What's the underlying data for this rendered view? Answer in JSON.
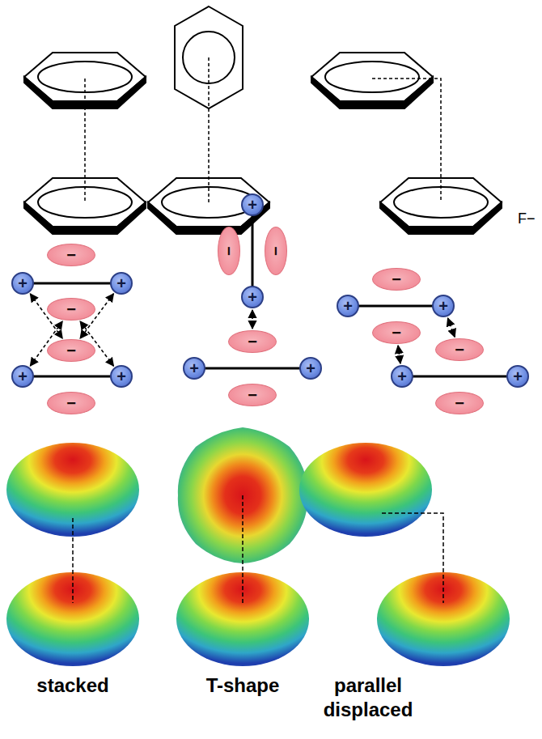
{
  "diagram": {
    "nodes": [
      {
        "text": [
          "−"
        ]
      },
      {
        "text": [
          "+"
        ]
      },
      {
        "text": [
          "+"
        ]
      },
      {
        "text": [
          "−"
        ]
      },
      {
        "text": [
          "−"
        ]
      },
      {
        "text": [
          "+"
        ]
      },
      {
        "text": [
          "+"
        ]
      },
      {
        "text": [
          "−"
        ]
      },
      {
        "text": [
          "+"
        ]
      },
      {
        "text": [
          "−"
        ]
      },
      {
        "text": [
          "−"
        ]
      },
      {
        "text": [
          "+"
        ]
      },
      {
        "text": [
          "−"
        ]
      },
      {
        "text": [
          "+"
        ]
      },
      {
        "text": [
          "+"
        ]
      },
      {
        "text": [
          "−"
        ]
      },
      {
        "text": [
          "−"
        ]
      },
      {
        "text": [
          "+"
        ]
      },
      {
        "text": [
          "+"
        ]
      },
      {
        "text": [
          "−"
        ]
      },
      {
        "text": [
          "−"
        ]
      },
      {
        "text": [
          "+"
        ]
      },
      {
        "text": [
          "+"
        ]
      },
      {
        "text": [
          "−"
        ]
      }
    ],
    "edges": [
      {
        "from": 1,
        "to": 4,
        "arrow": "both"
      },
      {
        "from": 2,
        "to": 4,
        "arrow": "both"
      },
      {
        "from": 5,
        "to": 3,
        "arrow": "both"
      },
      {
        "from": 6,
        "to": 3,
        "arrow": "both"
      },
      {
        "from": 11,
        "to": 12,
        "arrow": "both"
      },
      {
        "from": 18,
        "to": 20,
        "arrow": "both"
      },
      {
        "from": 19,
        "to": 21,
        "arrow": "both"
      }
    ],
    "labels": [
      "F−",
      "stacked",
      "T-shape",
      "parallel displaced"
    ]
  }
}
